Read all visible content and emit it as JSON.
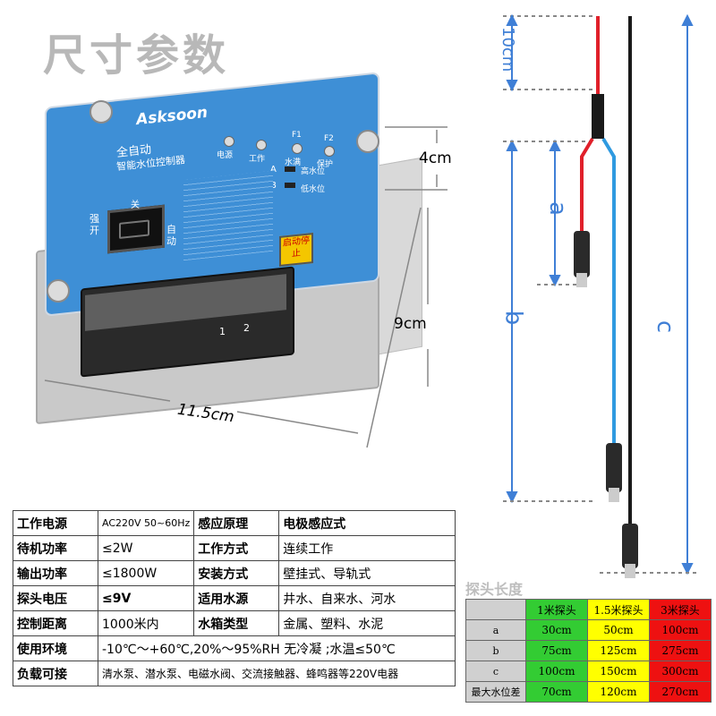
{
  "title": "尺寸参数",
  "device": {
    "brand": "Asksoon",
    "panel_title_1": "全自动",
    "panel_title_2": "智能水位控制器",
    "rocker_off": "关",
    "rocker_left": "强开",
    "rocker_right": "自动",
    "led_power": "电源",
    "led_work": "工作",
    "led_water": "水满",
    "led_protect": "保护",
    "marker_f1": "F1",
    "marker_f2": "F2",
    "marker_a": "A",
    "marker_b": "B",
    "high_level": "高水位",
    "low_level": "低水位",
    "start_button": "启动停止",
    "terminal_numbers": [
      "1",
      "2"
    ]
  },
  "dimensions": {
    "height": "4cm",
    "depth": "9cm",
    "width": "11.5cm"
  },
  "probe_diagram": {
    "cable_top": "10cm",
    "label_a": "a",
    "label_b": "b",
    "label_c": "c",
    "colors": {
      "red": "#e0202a",
      "blue": "#2f9ae0",
      "black": "#1a1a1a",
      "dim": "#3f7fd6"
    }
  },
  "specs": [
    {
      "k1": "工作电源",
      "v1": "AC220V 50~60Hz",
      "k2": "感应原理",
      "v2": "电极感应式"
    },
    {
      "k1": "待机功率",
      "v1": "≤2W",
      "k2": "工作方式",
      "v2": "连续工作"
    },
    {
      "k1": "输出功率",
      "v1": "≤1800W",
      "k2": "安装方式",
      "v2": "壁挂式、导轨式"
    },
    {
      "k1": "探头电压",
      "v1": "≤9V",
      "k2": "适用水源",
      "v2": "井水、自来水、河水"
    },
    {
      "k1": "控制距离",
      "v1": "1000米内",
      "k2": "水箱类型",
      "v2": "金属、塑料、水泥"
    }
  ],
  "spec_env": {
    "k": "使用环境",
    "v": "-10℃～+60℃,20%～95%RH 无冷凝 ;水温≤50℃"
  },
  "spec_load": {
    "k": "负载可接",
    "v": "清水泵、潜水泵、电磁水阀、交流接触器、蜂鸣器等220V电器"
  },
  "probe_table": {
    "title": "探头长度",
    "headers": [
      "",
      "1米探头",
      "1.5米探头",
      "3米探头"
    ],
    "rows": [
      {
        "label": "a",
        "values": [
          "30cm",
          "50cm",
          "100cm"
        ]
      },
      {
        "label": "b",
        "values": [
          "75cm",
          "125cm",
          "275cm"
        ]
      },
      {
        "label": "c",
        "values": [
          "100cm",
          "150cm",
          "300cm"
        ]
      },
      {
        "label": "最大水位差",
        "values": [
          "70cm",
          "120cm",
          "270cm"
        ]
      }
    ],
    "colors": {
      "green": "#33cc33",
      "yellow": "#ffff00",
      "red": "#ee1111"
    }
  }
}
